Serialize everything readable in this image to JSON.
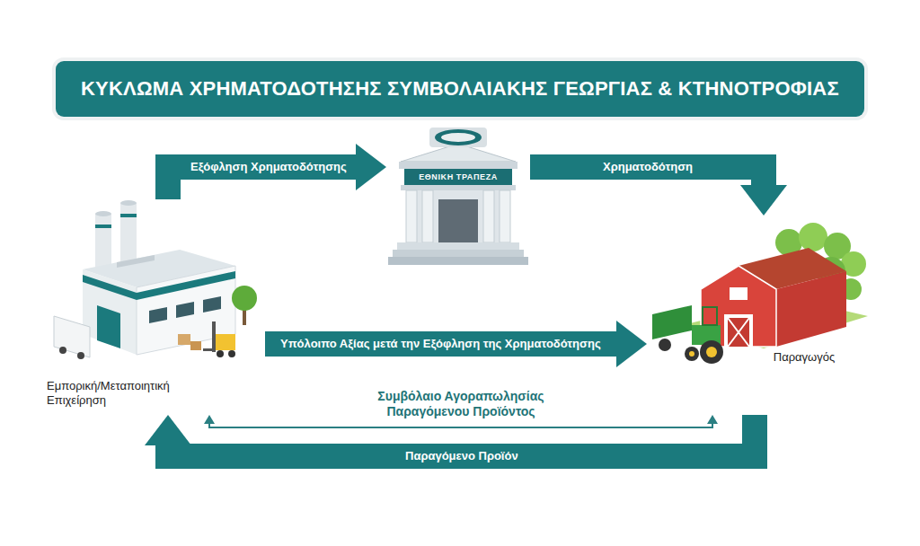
{
  "diagram": {
    "title": "ΚΥΚΛΩΜΑ ΧΡΗΜΑΤΟΔΟΤΗΣΗΣ ΣΥΜΒΟΛΑΙΑΚΗΣ ΓΕΩΡΓΙΑΣ & ΚΤΗΝΟΤΡΟΦΙΑΣ",
    "nodes": [
      {
        "text": [
          "ΕΘΝΙΚΗ ΤΡΑΠΕΖΑ"
        ]
      },
      {
        "text": [
          "Εμπορική/Μεταποιητική Επιχείρηση"
        ]
      },
      {
        "text": [
          "Παραγωγός"
        ]
      }
    ],
    "edges": [
      {
        "from": 1,
        "to": 0,
        "label": "Εξόφληση Χρηματοδότησης",
        "arrow": "to"
      },
      {
        "from": 0,
        "to": 2,
        "label": "Χρηματοδότηση",
        "arrow": "to"
      },
      {
        "from": 1,
        "to": 2,
        "label": "Υπόλοιπο Αξίας μετά την Εξόφληση της Χρηματοδότησης",
        "arrow": "to"
      },
      {
        "from": 1,
        "to": 2,
        "label": "Συμβόλαιο Αγοραπωλησίας Παραγόμενου Προϊόντος",
        "arrow": "both"
      },
      {
        "from": 2,
        "to": 1,
        "label": "Παραγόμενο Προϊόν",
        "arrow": "to"
      }
    ]
  }
}
